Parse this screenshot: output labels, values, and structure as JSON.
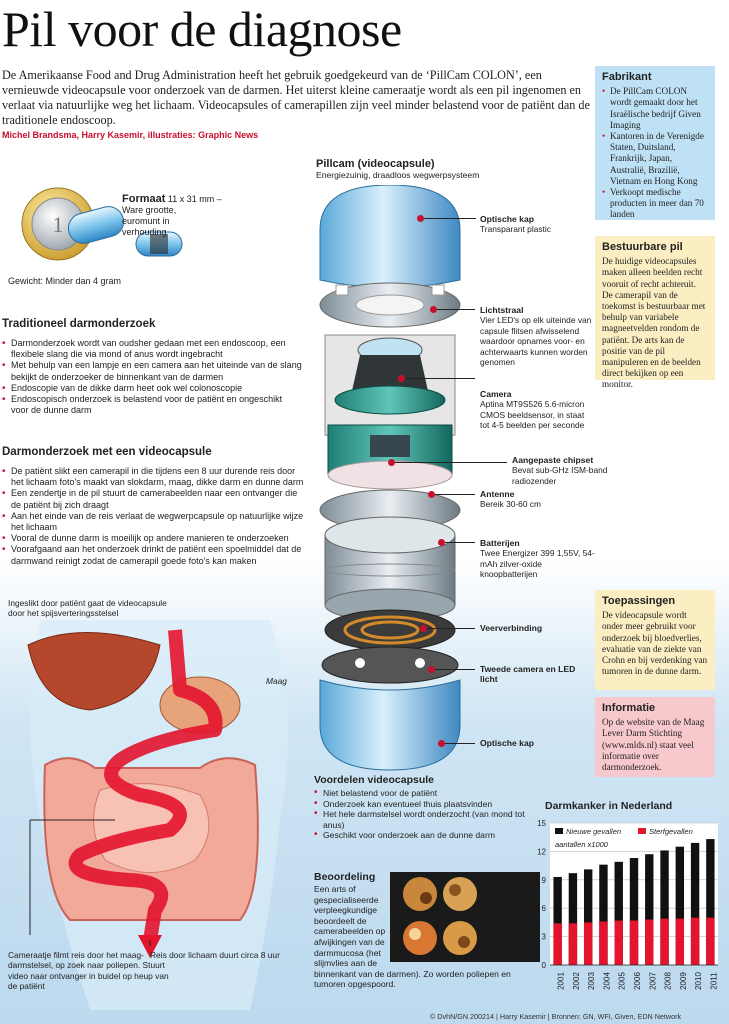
{
  "title": "Pil voor de diagnose",
  "intro": "De Amerikaanse Food and Drug Administration heeft het gebruik goedgekeurd van de ‘PillCam COLON’, een vernieuwde videocapsule voor onderzoek van de darmen. Het uiterst kleine cameraatje wordt als een pil ingenomen en verlaat via natuurlijke weg het lichaam. Videocapsules of camerapillen zijn veel minder belastend voor de patiënt dan de traditionele endoscoop.",
  "credit": "Michel Brandsma, Harry Kasemir, illustraties: Graphic News",
  "formaat": {
    "label": "Formaat",
    "size": "11 x 31 mm –",
    "desc": "Ware grootte, euromunt in verhouding",
    "weight": "Gewicht: Minder dan 4 gram"
  },
  "traditioneel": {
    "title": "Traditioneel darmonderzoek",
    "items": [
      "Darmonderzoek wordt van oudsher gedaan met een endoscoop, een flexibele slang die via mond of anus wordt ingebracht",
      "Met behulp van een lampje en een camera aan het uiteinde van de slang bekijkt de onderzoeker de binnenkant van de darmen",
      "Endoscopie van de dikke darm heet ook wel colonoscopie",
      "Endoscopisch onderzoek is belastend voor de patiënt en ongeschikt voor de dunne darm"
    ]
  },
  "videocapsule": {
    "title": "Darmonderzoek met een videocapsule",
    "items": [
      "De patiënt slikt een camerapil in die tijdens een 8 uur durende reis door het lichaam foto's maakt van slokdarm, maag, dikke darm en dunne darm",
      "Een zendertje in de pil stuurt de camerabeelden naar een ontvanger die de patiënt bij zich draagt",
      "Aan het einde van de reis verlaat de wegwerpcapsule op natuurlijke wijze het lichaam",
      "Vooral de dunne darm is moeilijk op andere manieren te onderzoeken",
      "Voorafgaand aan het onderzoek drinkt de patiënt een spoelmiddel dat de darmwand reinigt zodat de camerapil goede foto's kan maken"
    ]
  },
  "body_labels": {
    "swallow": "Ingeslikt door patiënt gaat de videocapsule door het spijsverteringsstelsel",
    "maag": "Maag",
    "camera": "Cameraatje filmt reis door het maag-darmstelsel, op zoek naar poliepen. Stuurt video naar ontvanger in buidel op heup van de patiënt",
    "reis": "Reis door lichaam duurt circa 8 uur"
  },
  "pillcam": {
    "title": "Pillcam (videocapsule)",
    "subtitle": "Energiezuinig, draadloos wegwerpsysteem",
    "parts": [
      {
        "name": "Optische kap",
        "desc": "Transparant plastic"
      },
      {
        "name": "Lichtstraal",
        "desc": "Vier LED's op elk uiteinde van capsule flitsen afwisselend waardoor opnames voor- en achterwaarts kunnen worden genomen"
      },
      {
        "name": "Camera",
        "desc": "Aptina MT9S526 5.6-micron CMOS beeldsensor, in staat tot 4-5 beelden per seconde"
      },
      {
        "name": "Aangepaste chipset",
        "desc": "Bevat sub-GHz ISM-band radiozender"
      },
      {
        "name": "Antenne",
        "desc": "Bereik 30-60 cm"
      },
      {
        "name": "Batterijen",
        "desc": "Twee Energizer 399 1,55V, 54-mAh zilver-oxide knoopbatterijen"
      },
      {
        "name": "Veerverbinding",
        "desc": ""
      },
      {
        "name": "Tweede camera en LED licht",
        "desc": ""
      },
      {
        "name": "Optische kap",
        "desc": ""
      }
    ]
  },
  "voordelen": {
    "title": "Voordelen videocapsule",
    "items": [
      "Niet belastend voor de patiënt",
      "Onderzoek kan eventueel thuis plaatsvinden",
      "Het hele darmstelsel wordt onderzocht (van mond tot anus)",
      "Geschikt voor onderzoek aan de dunne darm"
    ]
  },
  "beoordeling": {
    "title": "Beoordeling",
    "text": "Een arts of gespecialiseerde verpleegkundige beoordeelt de camerabeelden op afwijkingen van de darmmucosa (het slijmvlies aan de binnenkant van de darmen). Zo worden poliepen en tumoren opgespoord."
  },
  "fabrikant": {
    "title": "Fabrikant",
    "items": [
      "De PillCam COLON wordt gemaakt door het Israëlische bedrijf Given Imaging",
      "Kantoren in de Verenigde Staten, Duitsland, Frankrijk, Japan, Australië, Brazilië, Vietnam en Hong Kong",
      "Verkoopt medische producten in meer dan 70 landen"
    ]
  },
  "bestuurbare": {
    "title": "Bestuurbare pil",
    "text": "De huidige videocapsules maken alleen beelden recht vooruit of recht achteruit. De camerapil van de toekomst is bestuurbaar met behulp van variabele magneetvelden rondom de patiënt. De arts kan de positie van de pil manipuleren en de beelden direct bekijken op een monitor."
  },
  "toepassingen": {
    "title": "Toepassingen",
    "text": "De videocapsule wordt onder meer gebruikt voor onderzoek bij bloedverlies, evaluatie van de ziekte van Crohn en bij verdenking van tumoren in de dunne darm."
  },
  "informatie": {
    "title": "Informatie",
    "text": "Op de website van de Maag Lever Darm Stichting (www.mlds.nl) staat veel informatie over darmonderzoek."
  },
  "footer": "© DvhN/GN 200214 | Harry Kasemir | Bronnen: GN, WFI, Given, EDN Network",
  "colors": {
    "accent": "#c8102e",
    "box_blue": "#bfe1f5",
    "box_yellow": "#fbeec3",
    "box_pink": "#f7c9cd"
  },
  "chart_data": {
    "type": "bar",
    "title": "Darmkanker in Nederland",
    "subtitle": "aantallen x1000",
    "categories": [
      "2001",
      "2002",
      "2003",
      "2004",
      "2005",
      "2006",
      "2007",
      "2008",
      "2009",
      "2010",
      "2011"
    ],
    "series": [
      {
        "name": "Nieuwe gevallen",
        "color": "#111111",
        "values": [
          9.3,
          9.7,
          10.1,
          10.6,
          10.9,
          11.3,
          11.7,
          12.1,
          12.5,
          12.9,
          13.3
        ]
      },
      {
        "name": "Sterfgevallen",
        "color": "#e3142d",
        "values": [
          4.4,
          4.4,
          4.5,
          4.6,
          4.7,
          4.7,
          4.8,
          4.9,
          4.9,
          5.0,
          5.0
        ]
      }
    ],
    "ylim": [
      0,
      15
    ],
    "yticks": [
      0,
      3,
      6,
      9,
      12,
      15
    ],
    "grid": true,
    "legend": "top"
  }
}
